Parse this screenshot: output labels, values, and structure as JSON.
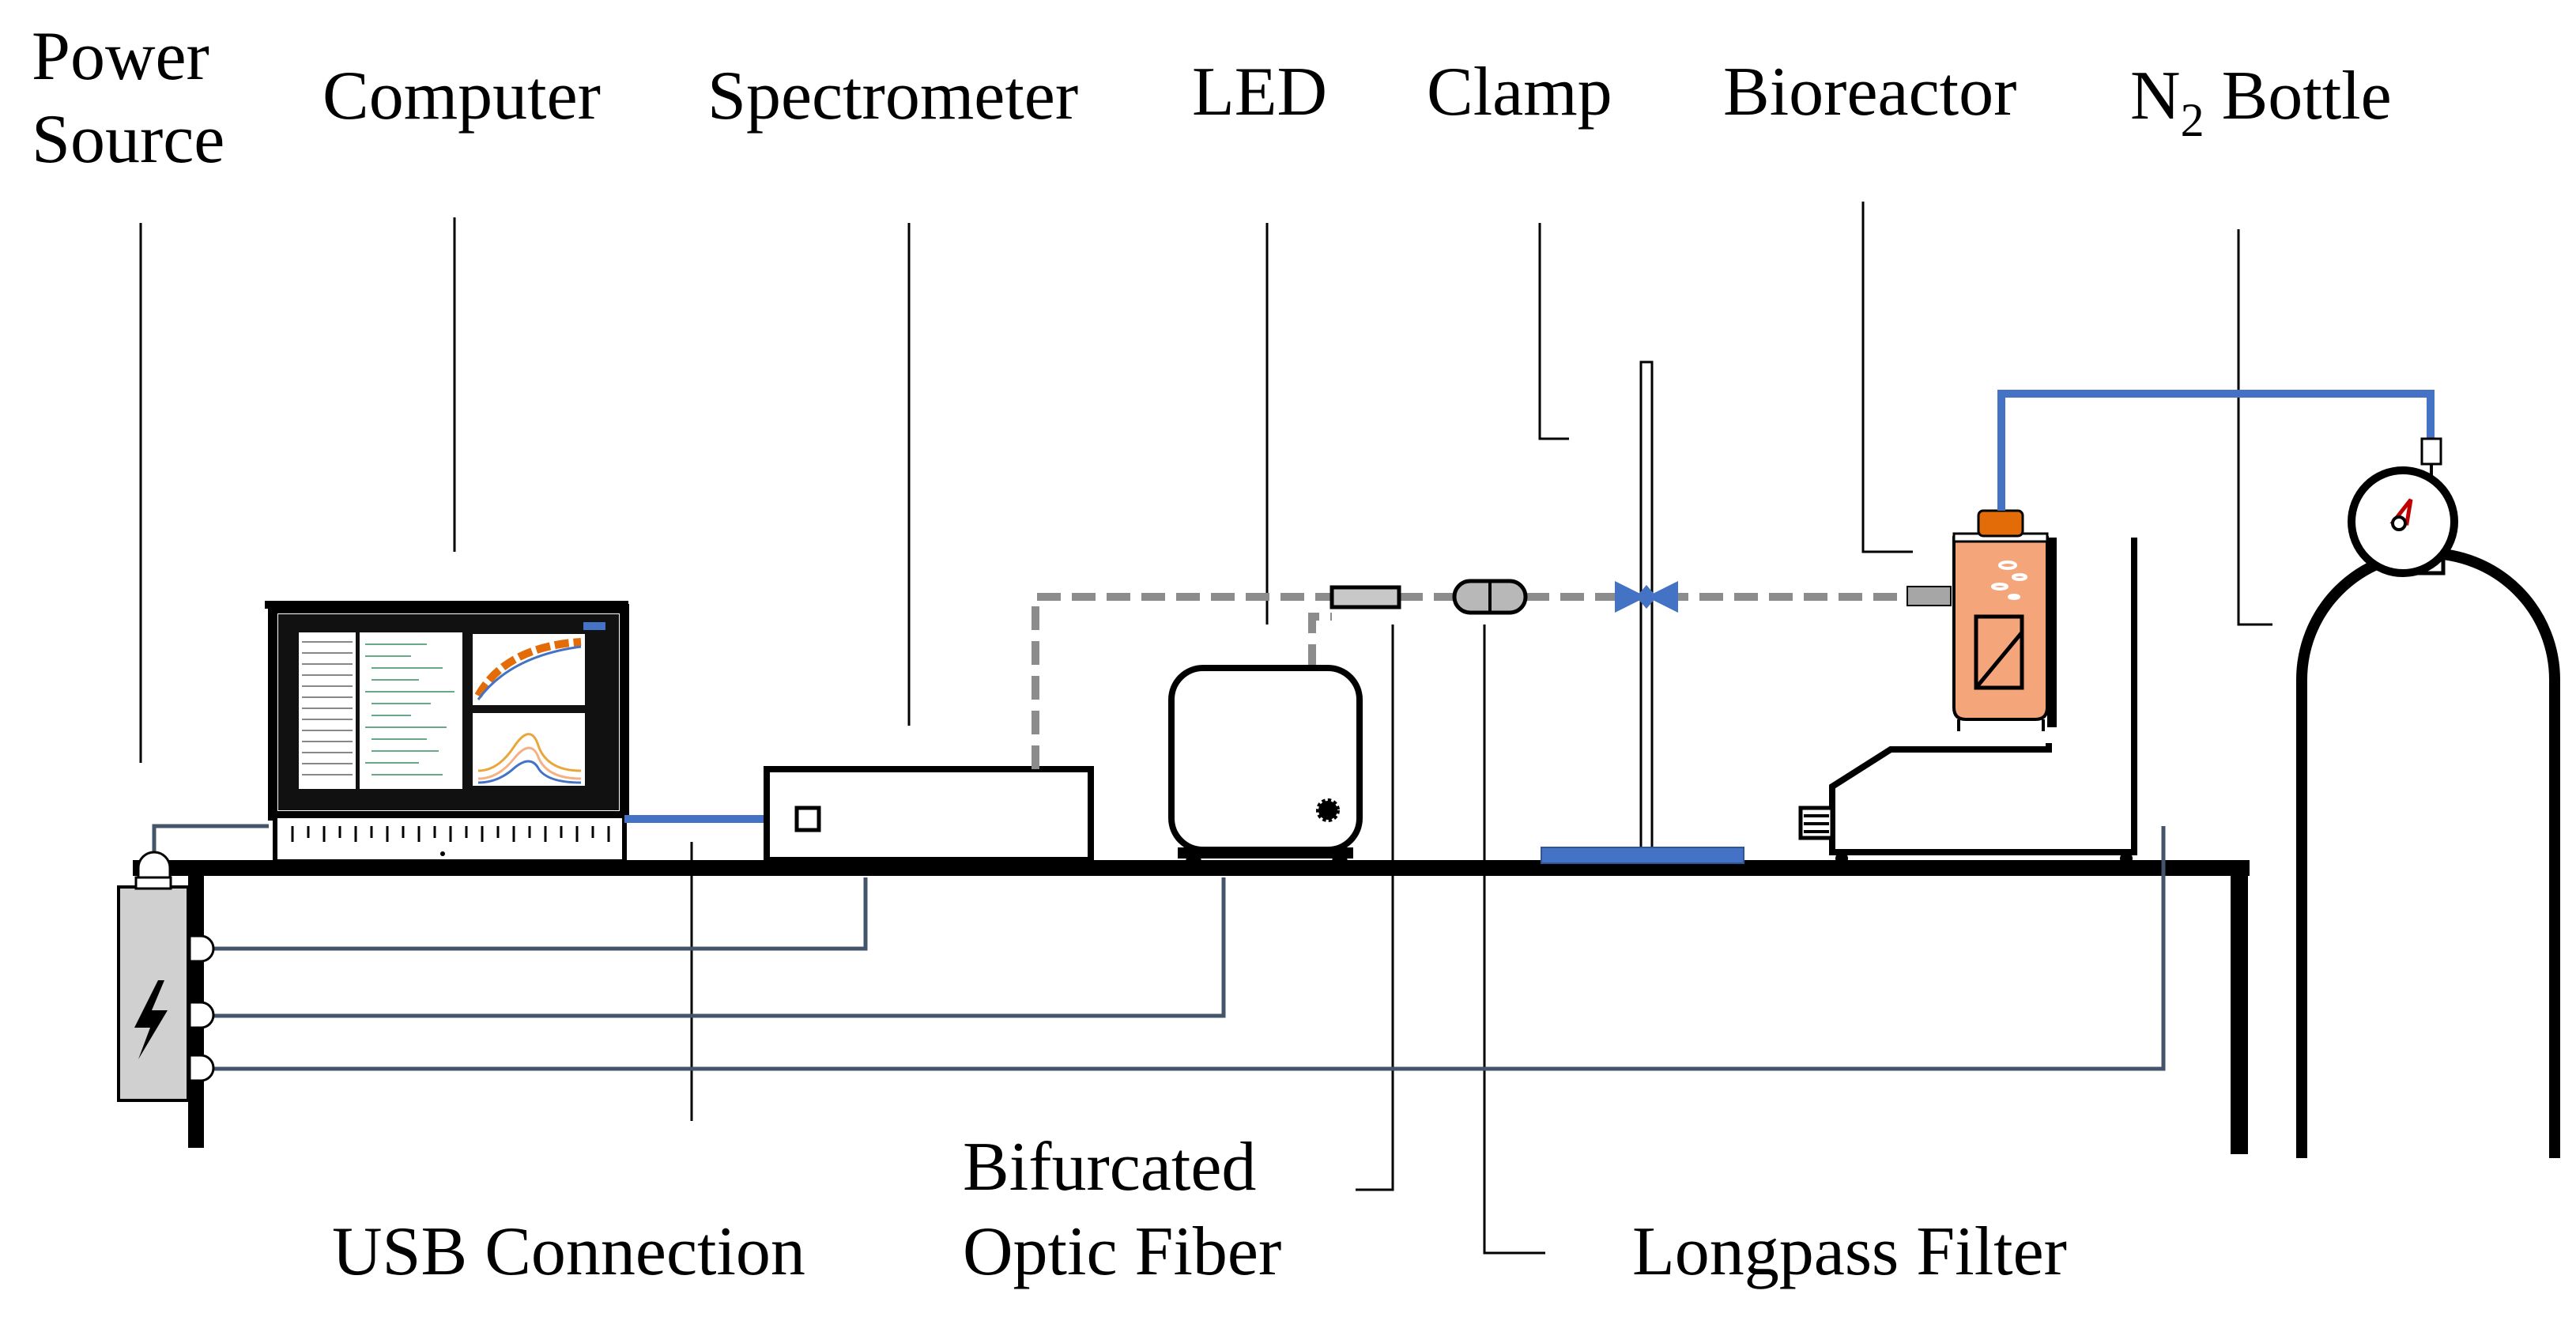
{
  "labels": {
    "power_source_line1": "Power",
    "power_source_line2": "Source",
    "computer": "Computer",
    "spectrometer": "Spectrometer",
    "led": "LED",
    "clamp": "Clamp",
    "bioreactor": "Bioreactor",
    "n2_bottle_prefix": "N",
    "n2_bottle_subscript": "2",
    "n2_bottle_suffix": " Bottle",
    "usb_connection": "USB Connection",
    "bifurcated_line1": "Bifurcated",
    "bifurcated_line2": "Optic Fiber",
    "longpass_filter": "Longpass Filter"
  },
  "colors": {
    "gas_tube": "#4472C4",
    "power_cable": "#44546A",
    "optic_fiber": "#8C8C8C",
    "bioreactor_fill": "#F4A57A",
    "bioreactor_cap": "#E36C09",
    "power_box": "#D0D0D0",
    "stand_base": "#4472C4",
    "clamp": "#4472C4",
    "gauge_needle": "#C00000"
  },
  "icons": {
    "power": "lightning-bolt-icon",
    "led_knob": "knob-icon",
    "gauge": "pressure-gauge-icon"
  }
}
